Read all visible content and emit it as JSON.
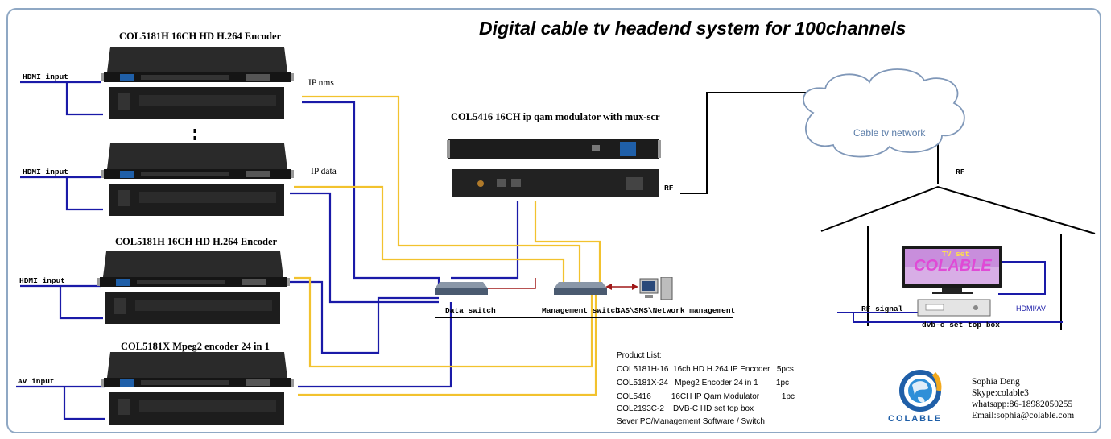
{
  "diagram": {
    "title": "Digital cable tv headend system for 100channels",
    "encoders": [
      {
        "title": "COL5181H 16CH HD H.264 Encoder",
        "input_label": "HDMI input"
      },
      {
        "title": "",
        "input_label": "HDMI input"
      },
      {
        "title": "COL5181H 16CH HD H.264 Encoder",
        "input_label": "HDMI input"
      },
      {
        "title": "COL5181X  Mpeg2 encoder 24 in 1",
        "input_label": "AV input"
      }
    ],
    "ip_nms_label": "IP nms",
    "ip_data_label": "IP data",
    "modulator_title": "COL5416 16CH ip qam modulator with mux-scr",
    "rf_label_modulator": "RF",
    "rf_label_cloud": "RF",
    "cloud_label": "Cable tv network",
    "data_switch_label": "Data switch",
    "management_switch_label": "Management switch",
    "network_management_label": "CAS\\SMS\\Network management",
    "tv_set_label": "TV set",
    "tv_screen_text": "COLABLE",
    "rf_signal_label": "RF signal",
    "stb_label": "dvb-c set top box",
    "hdmi_av_label": "HDMI/AV",
    "colors": {
      "blue_wire": "#1a1aa8",
      "yellow_wire": "#f2c22e",
      "black_wire": "#000000",
      "red_wire": "#a01818",
      "frame": "#8fa8c4",
      "logo_blue": "#1f5fa8"
    }
  },
  "product_list": {
    "heading": "Product List:",
    "rows": [
      "COL5181H-16  16ch HD H.264 IP Encoder   5pcs",
      "COL5181X-24   Mpeg2 Encoder 24 in 1        1pc",
      "COL5416         16CH IP Qam Modulator          1pc",
      "COL2193C-2    DVB-C HD set top box",
      "Sever PC/Management Software / Switch"
    ]
  },
  "brand": {
    "name": "COLABLE"
  },
  "contact": {
    "name": "Sophia Deng",
    "skype": "Skype:colable3",
    "whatsapp": "whatsapp:86-18982050255",
    "email": "Email:sophia@colable.com"
  }
}
